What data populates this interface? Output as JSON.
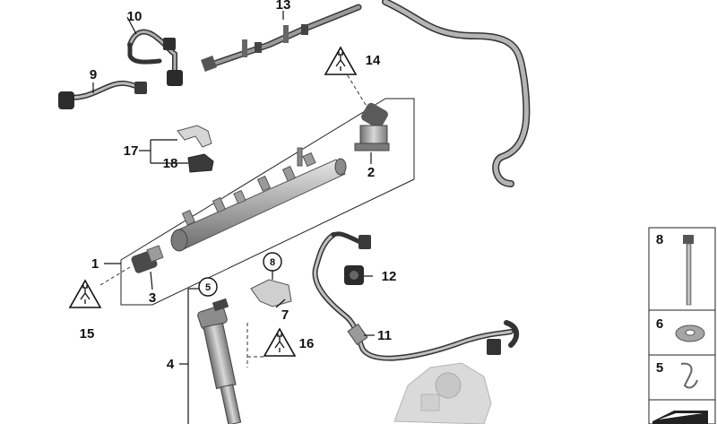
{
  "callouts": {
    "c1": "1",
    "c2": "2",
    "c3": "3",
    "c4": "4",
    "c5": "5",
    "c7": "7",
    "c8": "8",
    "c9": "9",
    "c10": "10",
    "c11": "11",
    "c12": "12",
    "c13": "13",
    "c14": "14",
    "c15": "15",
    "c16": "16",
    "c17": "17",
    "c18": "18"
  },
  "circled": {
    "c5": "5",
    "c8": "8"
  },
  "side_panel": {
    "p8": "8",
    "p6": "6",
    "p5": "5"
  },
  "icons": {
    "warning": "warning-triangle-plug-icon"
  },
  "colors": {
    "line": "#111111",
    "part": "#8a8a8a",
    "part_dark": "#3c3c3c",
    "part_light": "#cfcfcf"
  }
}
